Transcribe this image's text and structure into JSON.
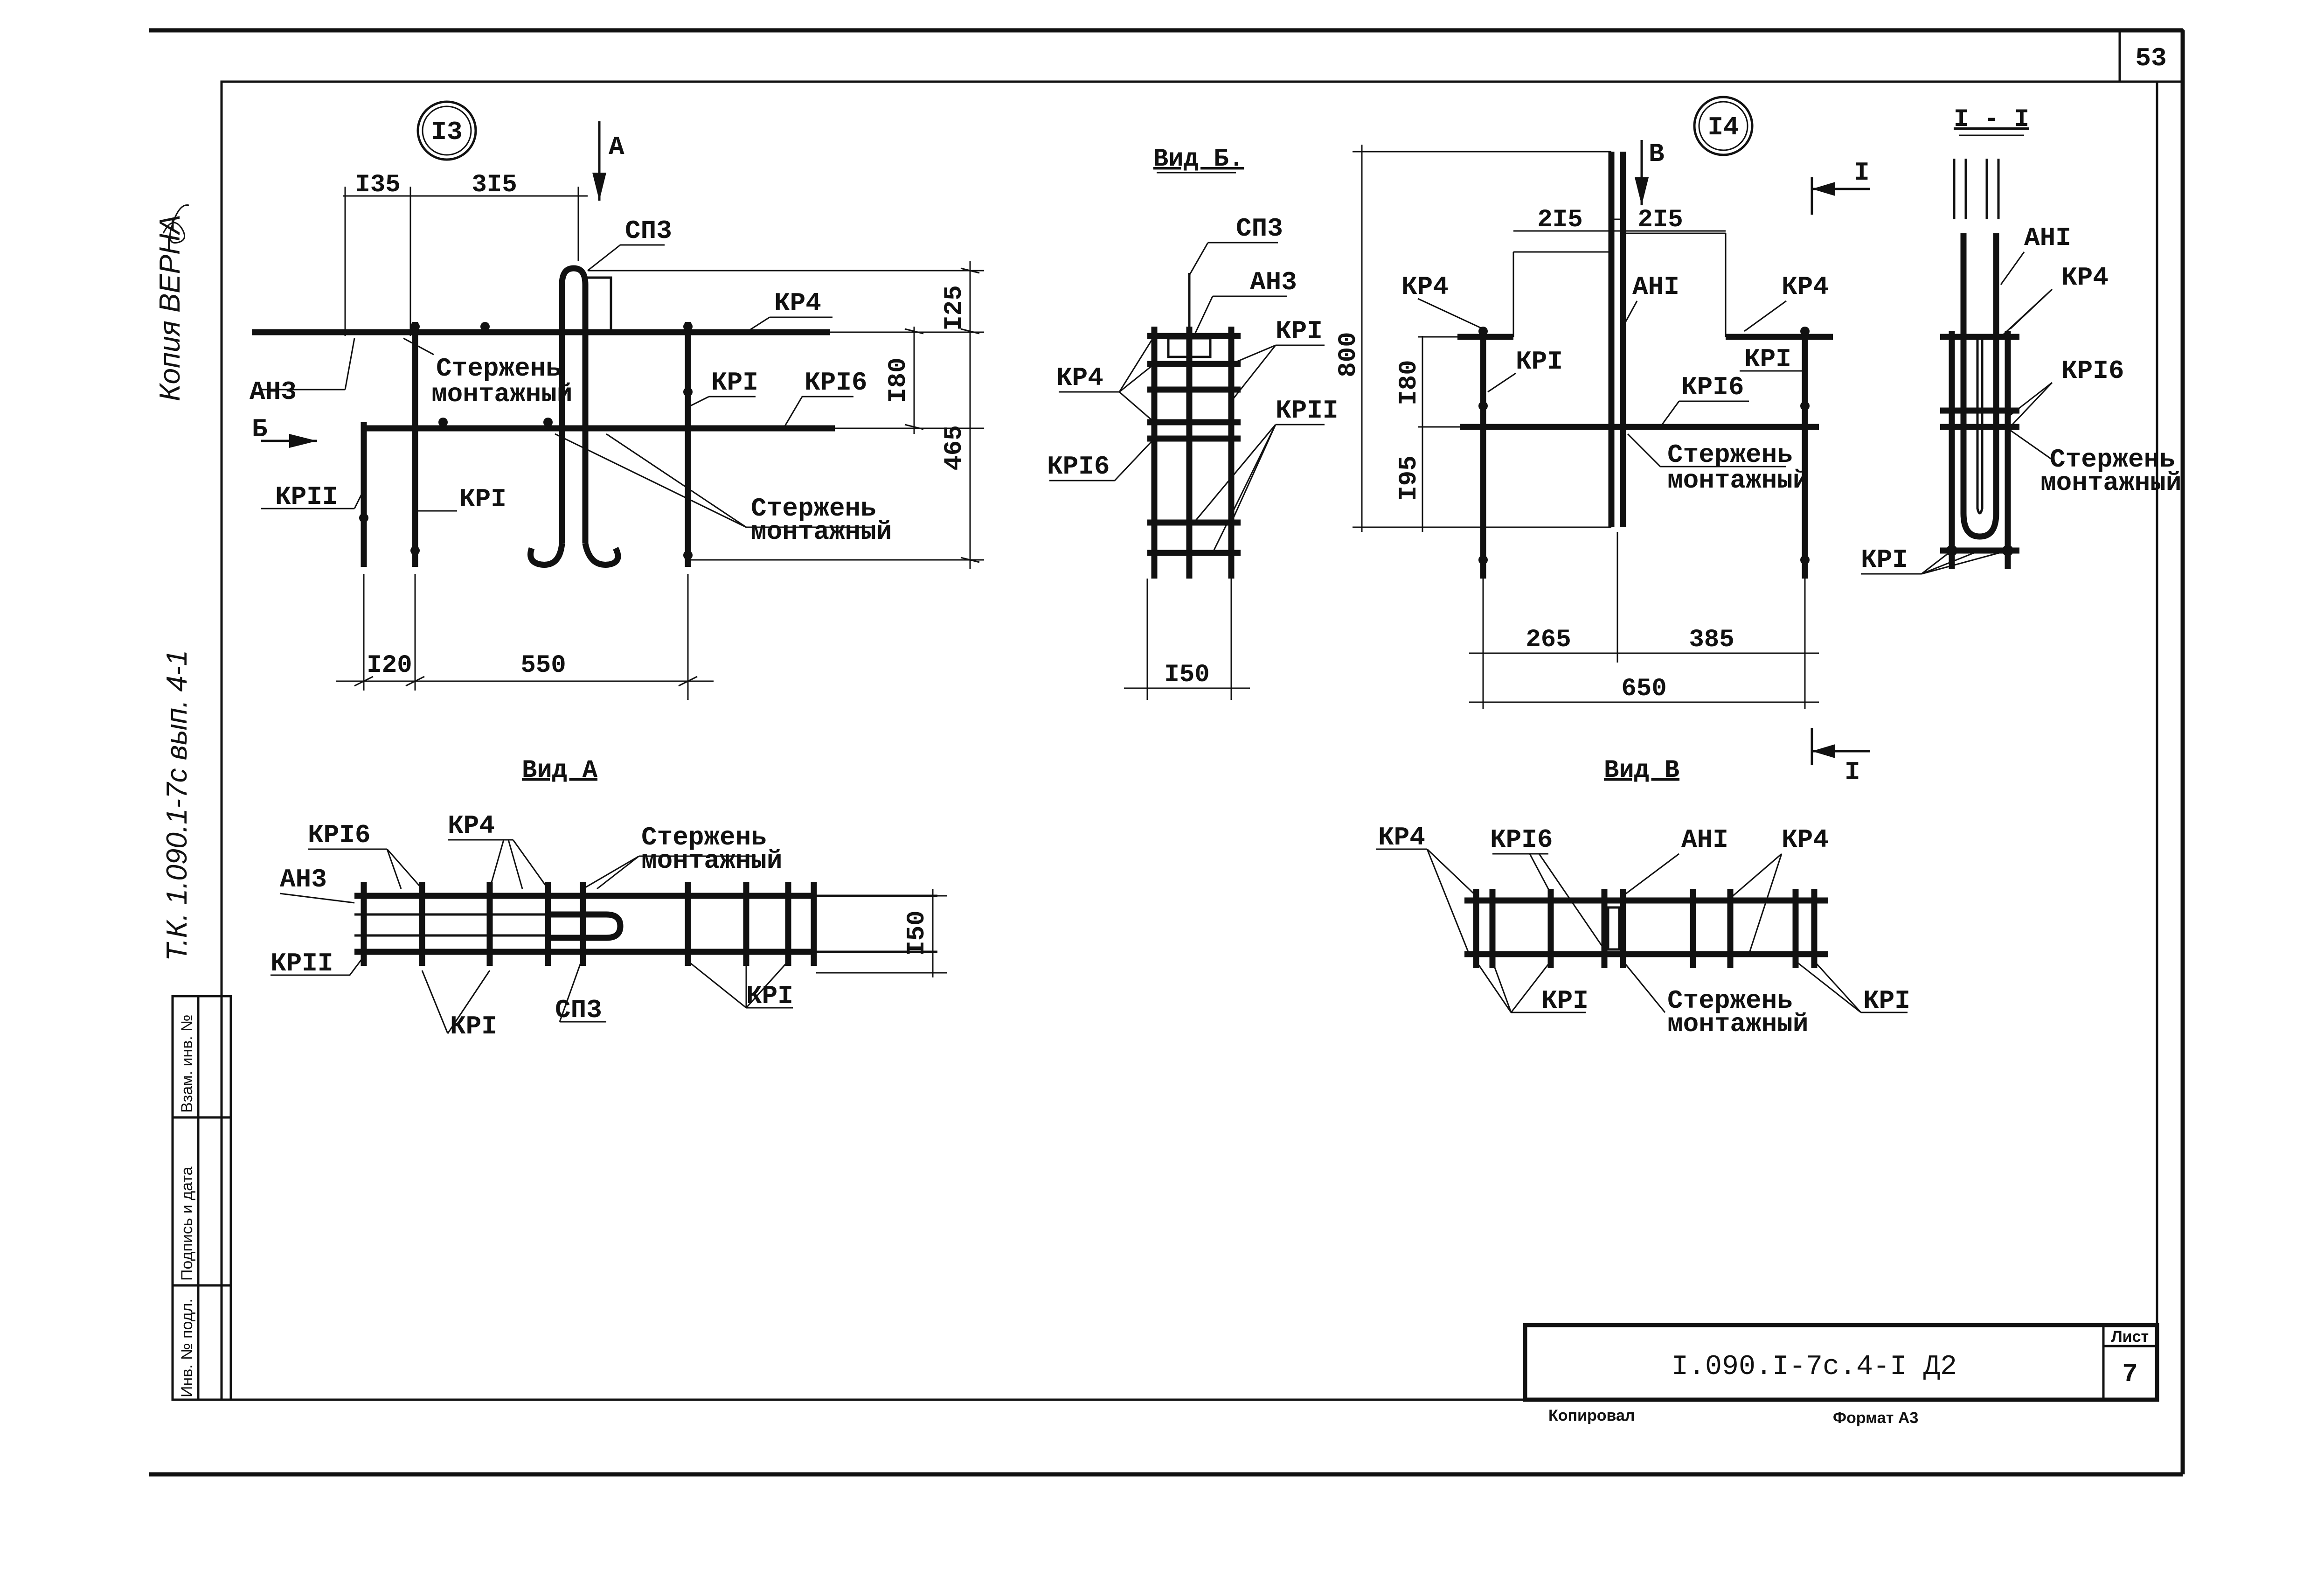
{
  "sheet": {
    "page_number": "53",
    "document_code": "I.090.I-7c.4-I Д2",
    "sheet_label": "Лист",
    "sheet_number": "7",
    "copier_label": "Копировал",
    "format_label": "Формат А3",
    "side_note_copy": "Копия ВЕРНА",
    "side_note_series": "Т.К. 1.090.1-7с вып. 4-1",
    "stamp_cells": [
      "Инв. № подл.",
      "Подпись и дата",
      "Взам. инв. №"
    ]
  },
  "node_13": {
    "callout": "I3",
    "arrow_a": "А",
    "arrow_b": "Б",
    "labels": {
      "sp3": "СП3",
      "kp4": "КР4",
      "an3": "АН3",
      "rod_1": "Стержень",
      "rod_2": "монтажный",
      "kp1": "КРI",
      "kp16": "КРI6",
      "kp11": "КРII",
      "kp1b": "КРI",
      "rod2_1": "Стержень",
      "rod2_2": "монтажный"
    },
    "dims": {
      "top_a": "I35",
      "top_b": "3I5",
      "right_a": "I25",
      "right_b": "I80",
      "right_c": "465",
      "bot_a": "I20",
      "bot_b": "550"
    }
  },
  "view_b_small": {
    "title": "Вид Б.",
    "labels": {
      "sp3": "СП3",
      "an3": "АН3",
      "kp1": "КРI",
      "kp4": "КР4",
      "kp11": "КРII",
      "kp16": "КРI6"
    },
    "dim": "I50"
  },
  "node_14": {
    "callout": "I4",
    "arrow_v": "В",
    "labels": {
      "kp4_l": "КР4",
      "an1": "АНI",
      "kp4_r": "КР4",
      "kp1_l": "КРI",
      "kp1_r": "КРI",
      "kp16": "КРI6",
      "rod_1": "Стержень",
      "rod_2": "монтажный"
    },
    "dims": {
      "top_a": "2I5",
      "top_b": "2I5",
      "left_total": "800",
      "left_a": "I80",
      "left_b": "I95",
      "bot_a": "265",
      "bot_b": "385",
      "bot_total": "650"
    },
    "section_mark": "I"
  },
  "section_1_1": {
    "title": "I - I",
    "labels": {
      "an1": "АНI",
      "kp4": "КР4",
      "kp16": "КРI6",
      "rod_1": "Стержень",
      "rod_2": "монтажный",
      "kp1": "КРI"
    }
  },
  "view_a": {
    "title": "Вид А",
    "labels": {
      "kp16": "КРI6",
      "kp4": "КР4",
      "rod_1": "Стержень",
      "rod_2": "монтажный",
      "an3": "АН3",
      "kp11": "КРII",
      "kp1_a": "КРI",
      "sp3": "СП3",
      "kp1_b": "КРI"
    },
    "dim": "I50"
  },
  "view_v": {
    "title": "Вид В",
    "labels": {
      "kp4_l": "КР4",
      "kp16": "КРI6",
      "an1": "АНI",
      "kp4_r": "КР4",
      "kp1_l": "КРI",
      "rod_1": "Стержень",
      "rod_2": "монтажный",
      "kp1_r": "КРI"
    }
  }
}
